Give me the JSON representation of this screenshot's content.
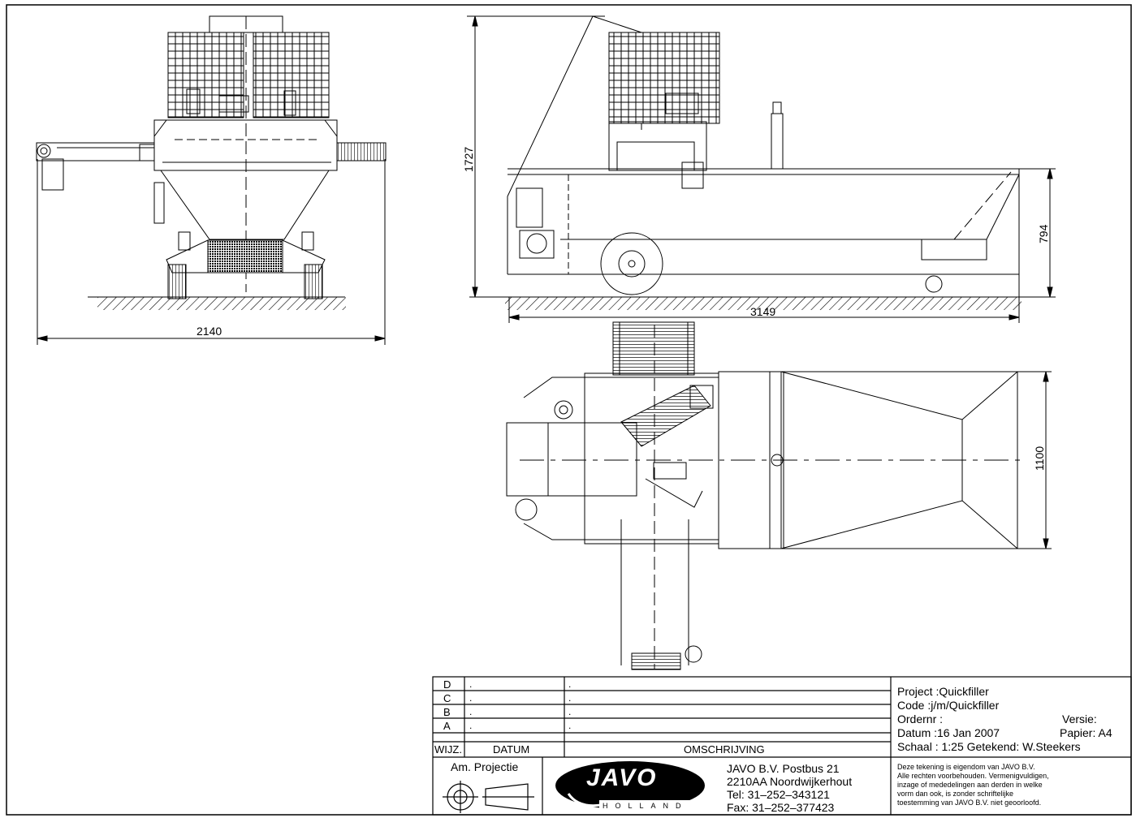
{
  "dimensions": {
    "front_width": "2140",
    "side_height": "1727",
    "side_length": "3149",
    "side_hopper_height": "794",
    "top_width": "1100"
  },
  "revisions": {
    "rows": [
      {
        "letter": "D",
        "datum": ".",
        "omschrijving": "."
      },
      {
        "letter": "C",
        "datum": ".",
        "omschrijving": "."
      },
      {
        "letter": "B",
        "datum": ".",
        "omschrijving": "."
      },
      {
        "letter": "A",
        "datum": ".",
        "omschrijving": "."
      }
    ],
    "headers": {
      "wijz": "WIJZ.",
      "datum": "DATUM",
      "omschrijving": "OMSCHRIJVING"
    }
  },
  "project_info": {
    "project": "Project :Quickfiller",
    "code": "Code    :j/m/Quickfiller",
    "ordernr": "Ordernr :",
    "versie": "Versie:",
    "datum": "Datum  :16  Jan  2007",
    "papier": "Papier:  A4",
    "schaal": "Schaal  : 1:25   Getekend:  W.Steekers"
  },
  "projection": {
    "label": "Am.  Projectie"
  },
  "logo": {
    "word": "JAVO",
    "sub": "HOLLAND"
  },
  "company": {
    "line1": "JAVO B.V.  Postbus  21",
    "line2": "2210AA  Noordwijkerhout",
    "line3": "Tel:  31–252–343121",
    "line4": "Fax:  31–252–377423"
  },
  "notice": {
    "line1": "Deze  tekening  is  eigendom  van  JAVO  B.V.",
    "line2": "Alle  rechten  voorbehouden.  Vermenigvuldigen,",
    "line3": "inzage  of  mededelingen  aan  derden  in  welke",
    "line4": "vorm  dan  ook,  is  zonder  schriftelijke",
    "line5": "toestemming  van  JAVO  B.V.  niet  geoorloofd."
  }
}
